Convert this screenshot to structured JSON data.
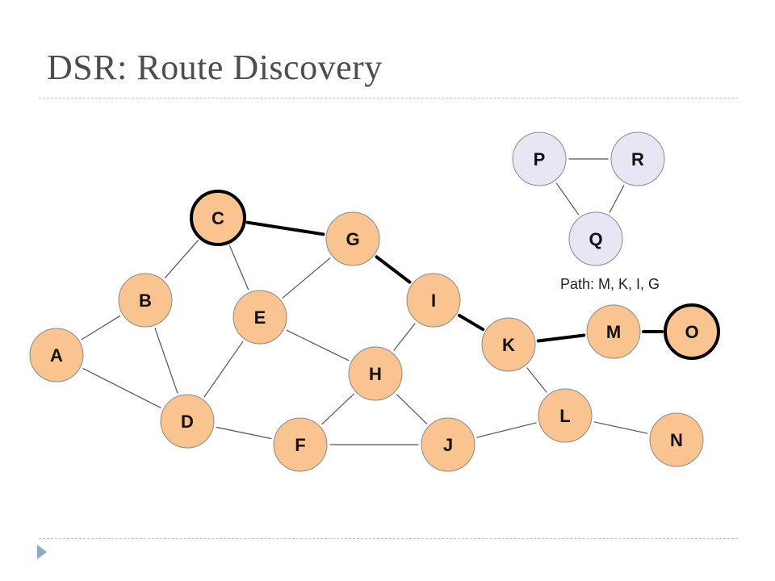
{
  "slide": {
    "title": "DSR: Route Discovery",
    "path_caption": "Path: M, K, I, G"
  },
  "colors": {
    "node_fill": "#f9c48f",
    "node_fill_inactive": "#e6e6f5",
    "node_stroke": "#8a8a8a",
    "edge": "#555555",
    "path_edge": "#000000",
    "title_text": "#4d4d4d",
    "rule": "#b7c6d6",
    "bullet": "#8eaac8"
  },
  "graph": {
    "nodes": [
      {
        "id": "A",
        "label": "A",
        "style": "normal"
      },
      {
        "id": "B",
        "label": "B",
        "style": "normal"
      },
      {
        "id": "C",
        "label": "C",
        "style": "endpoint"
      },
      {
        "id": "D",
        "label": "D",
        "style": "normal"
      },
      {
        "id": "E",
        "label": "E",
        "style": "normal"
      },
      {
        "id": "F",
        "label": "F",
        "style": "normal"
      },
      {
        "id": "G",
        "label": "G",
        "style": "normal"
      },
      {
        "id": "H",
        "label": "H",
        "style": "normal"
      },
      {
        "id": "I",
        "label": "I",
        "style": "normal"
      },
      {
        "id": "J",
        "label": "J",
        "style": "normal"
      },
      {
        "id": "K",
        "label": "K",
        "style": "normal"
      },
      {
        "id": "L",
        "label": "L",
        "style": "normal"
      },
      {
        "id": "M",
        "label": "M",
        "style": "normal"
      },
      {
        "id": "N",
        "label": "N",
        "style": "normal"
      },
      {
        "id": "O",
        "label": "O",
        "style": "endpoint"
      },
      {
        "id": "P",
        "label": "P",
        "style": "inactive"
      },
      {
        "id": "Q",
        "label": "Q",
        "style": "inactive"
      },
      {
        "id": "R",
        "label": "R",
        "style": "inactive"
      }
    ],
    "edges": [
      {
        "from": "A",
        "to": "B",
        "highlighted": false
      },
      {
        "from": "A",
        "to": "D",
        "highlighted": false
      },
      {
        "from": "B",
        "to": "C",
        "highlighted": false
      },
      {
        "from": "B",
        "to": "D",
        "highlighted": false
      },
      {
        "from": "C",
        "to": "E",
        "highlighted": false
      },
      {
        "from": "C",
        "to": "G",
        "highlighted": true
      },
      {
        "from": "D",
        "to": "E",
        "highlighted": false
      },
      {
        "from": "D",
        "to": "F",
        "highlighted": false
      },
      {
        "from": "E",
        "to": "G",
        "highlighted": false
      },
      {
        "from": "E",
        "to": "H",
        "highlighted": false
      },
      {
        "from": "G",
        "to": "I",
        "highlighted": true
      },
      {
        "from": "I",
        "to": "H",
        "highlighted": false
      },
      {
        "from": "I",
        "to": "K",
        "highlighted": true
      },
      {
        "from": "H",
        "to": "F",
        "highlighted": false
      },
      {
        "from": "H",
        "to": "J",
        "highlighted": false
      },
      {
        "from": "F",
        "to": "J",
        "highlighted": false
      },
      {
        "from": "J",
        "to": "L",
        "highlighted": false
      },
      {
        "from": "K",
        "to": "L",
        "highlighted": false
      },
      {
        "from": "K",
        "to": "M",
        "highlighted": true
      },
      {
        "from": "M",
        "to": "O",
        "highlighted": true
      },
      {
        "from": "L",
        "to": "N",
        "highlighted": false
      },
      {
        "from": "P",
        "to": "R",
        "highlighted": false
      },
      {
        "from": "P",
        "to": "Q",
        "highlighted": false
      },
      {
        "from": "R",
        "to": "Q",
        "highlighted": false
      }
    ]
  }
}
